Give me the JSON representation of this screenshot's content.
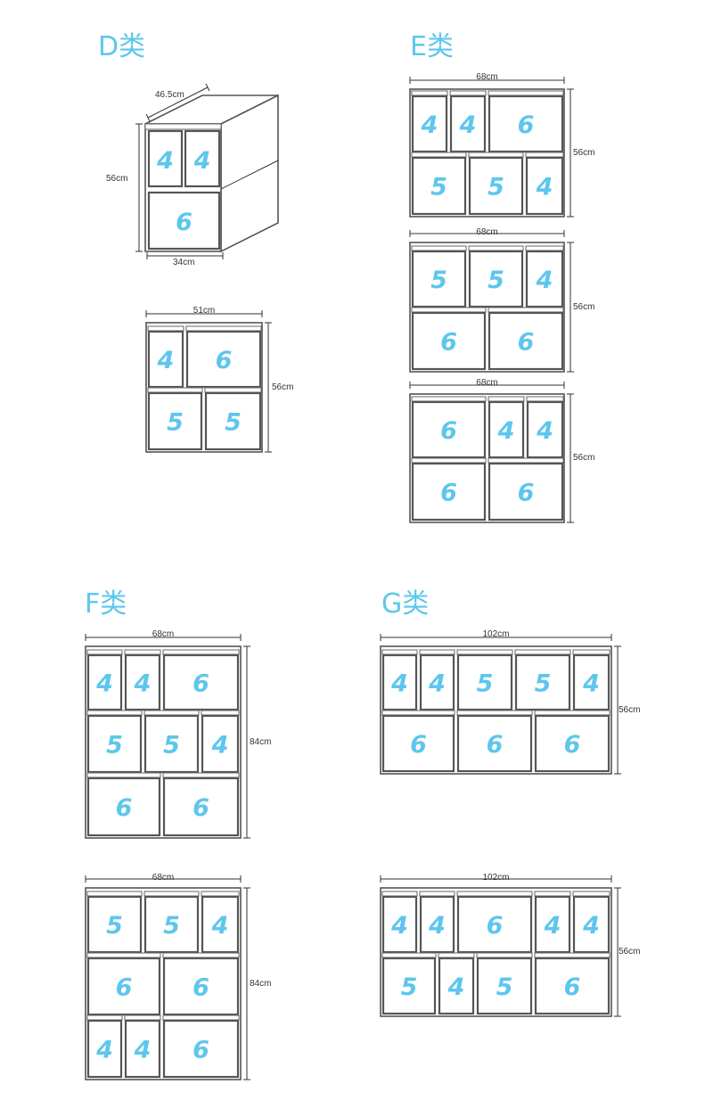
{
  "colors": {
    "accent": "#5ec6ec",
    "line": "#555555",
    "text": "#333333"
  },
  "sections": [
    {
      "title": "D类",
      "configs": [
        {
          "width": "46.5cm",
          "depth": "34cm",
          "height": "56cm",
          "rows": [
            [
              "4",
              "4"
            ],
            [
              "6"
            ]
          ]
        },
        {
          "width": "51cm",
          "height": "56cm",
          "rows": [
            [
              "4",
              "6"
            ],
            [
              "5",
              "5"
            ]
          ]
        }
      ]
    },
    {
      "title": "E类",
      "configs": [
        {
          "width": "68cm",
          "height": "56cm",
          "rows": [
            [
              "4",
              "4",
              "6"
            ],
            [
              "5",
              "5",
              "4"
            ]
          ]
        },
        {
          "width": "68cm",
          "height": "56cm",
          "rows": [
            [
              "5",
              "5",
              "4"
            ],
            [
              "6",
              "6"
            ]
          ]
        },
        {
          "width": "68cm",
          "height": "56cm",
          "rows": [
            [
              "6",
              "4",
              "4"
            ],
            [
              "6",
              "6"
            ]
          ]
        }
      ]
    },
    {
      "title": "F类",
      "configs": [
        {
          "width": "68cm",
          "height": "84cm",
          "rows": [
            [
              "4",
              "4",
              "6"
            ],
            [
              "5",
              "5",
              "4"
            ],
            [
              "6",
              "6"
            ]
          ]
        },
        {
          "width": "68cm",
          "height": "84cm",
          "rows": [
            [
              "5",
              "5",
              "4"
            ],
            [
              "6",
              "6"
            ],
            [
              "4",
              "4",
              "6"
            ]
          ]
        }
      ]
    },
    {
      "title": "G类",
      "configs": [
        {
          "width": "102cm",
          "height": "56cm",
          "rows": [
            [
              "4",
              "4",
              "5",
              "5",
              "4"
            ],
            [
              "6",
              "6",
              "6"
            ]
          ]
        },
        {
          "width": "102cm",
          "height": "56cm",
          "rows": [
            [
              "4",
              "4",
              "6",
              "4",
              "4"
            ],
            [
              "5",
              "4",
              "5",
              "6"
            ]
          ]
        }
      ]
    }
  ]
}
